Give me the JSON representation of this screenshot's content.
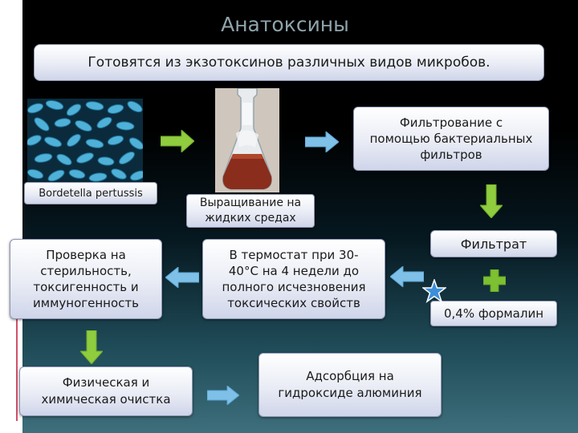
{
  "title": "Анатоксины",
  "subtitle": "Готовятся из экзотоксинов различных видов микробов.",
  "boxes": {
    "bordetella": "Bordetella pertussis",
    "growing": "Выращивание на\nжидких средах",
    "filtering": "Фильтрование с\nпомощью бактериальных\nфильтров",
    "filtrate": "Фильтрат",
    "formalin": "0,4% формалин",
    "thermostat": "В термостат при 30-\n40°С на 4 недели до\nполного исчезновения\nтоксических свойств",
    "check": "Проверка на\nстерильность,\nтоксигенность и\nиммуногенность",
    "purification": "Физическая и\nхимическая очистка",
    "adsorption": "Адсорбция на\nгидроксиде алюминия"
  },
  "colors": {
    "arrow_green": "#8fcc3e",
    "arrow_blue": "#7fc0e8",
    "plus_green": "#7dc032",
    "star_blue": "#3c8fd8",
    "title": "#8fa4ad"
  },
  "icons": {
    "plus": "plus-icon",
    "star": "star-icon"
  }
}
